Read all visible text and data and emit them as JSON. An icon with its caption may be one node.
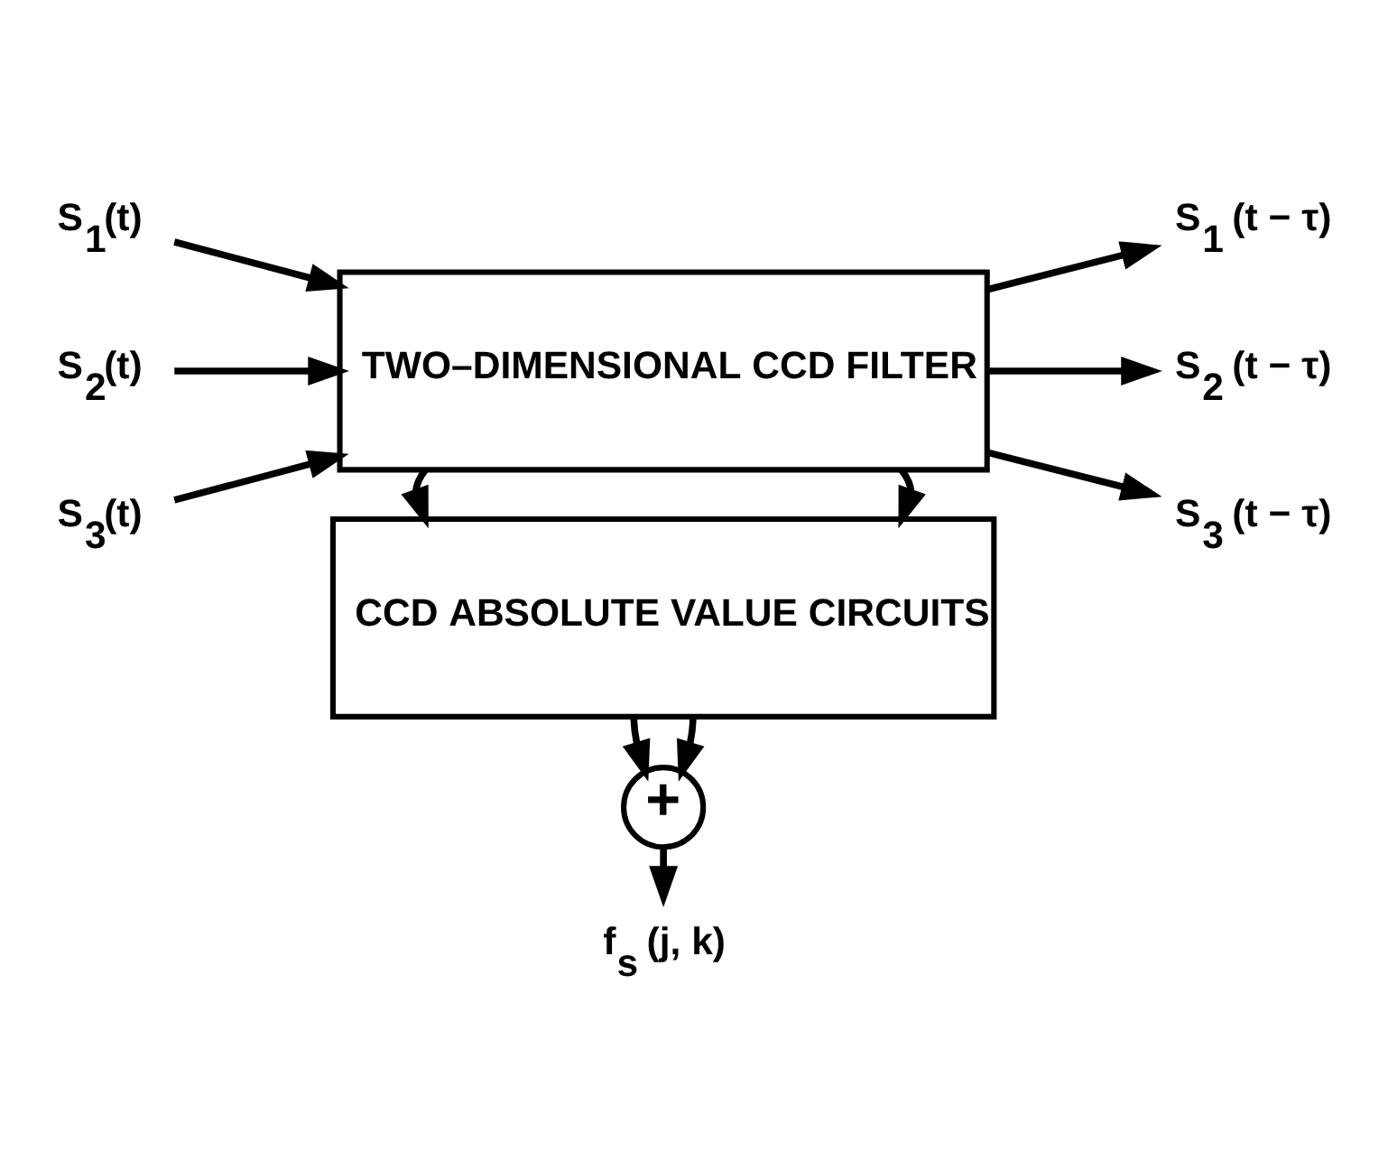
{
  "diagram": {
    "nodes": [
      {
        "text": [
          "S$_{1}$(t)"
        ]
      },
      {
        "text": [
          "S$_{2}$(t)"
        ]
      },
      {
        "text": [
          "S$_{3}$(t)"
        ]
      },
      {
        "text": [
          "TWO–DIMENSIONAL CCD FILTER"
        ]
      },
      {
        "text": [
          "S$_{1}$ (t − τ)"
        ]
      },
      {
        "text": [
          "S$_{2}$ (t − τ)"
        ]
      },
      {
        "text": [
          "S$_{3}$ (t − τ)"
        ]
      },
      {
        "text": [
          "CCD ABSOLUTE VALUE CIRCUITS"
        ]
      },
      {
        "text": [
          "+"
        ]
      },
      {
        "text": [
          "f$_{s}$ (j, k)"
        ]
      }
    ],
    "edges": [
      {
        "from": 0,
        "to": 3,
        "arrow": "to"
      },
      {
        "from": 1,
        "to": 3,
        "arrow": "to"
      },
      {
        "from": 2,
        "to": 3,
        "arrow": "to"
      },
      {
        "from": 3,
        "to": 4,
        "arrow": "to"
      },
      {
        "from": 3,
        "to": 5,
        "arrow": "to"
      },
      {
        "from": 3,
        "to": 6,
        "arrow": "to"
      },
      {
        "from": 3,
        "to": 7,
        "arrow": "to"
      },
      {
        "from": 3,
        "to": 7,
        "arrow": "to"
      },
      {
        "from": 7,
        "to": 8,
        "arrow": "to"
      },
      {
        "from": 7,
        "to": 8,
        "arrow": "to"
      },
      {
        "from": 8,
        "to": 9,
        "arrow": "to"
      }
    ]
  }
}
